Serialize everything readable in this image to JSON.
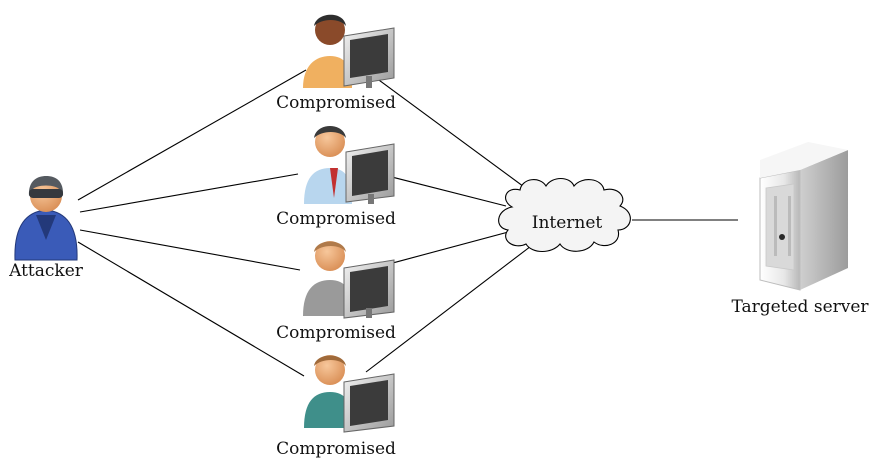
{
  "attacker": {
    "label": "Attacker",
    "icon": "hooded-attacker-icon"
  },
  "hosts": [
    {
      "label": "Compromised",
      "icon": "user-at-computer-icon"
    },
    {
      "label": "Compromised",
      "icon": "user-at-computer-icon"
    },
    {
      "label": "Compromised",
      "icon": "user-at-computer-icon"
    },
    {
      "label": "Compromised",
      "icon": "user-at-computer-icon"
    }
  ],
  "internet": {
    "label": "Internet",
    "icon": "cloud-icon"
  },
  "server": {
    "label": "Targeted server",
    "icon": "server-tower-icon"
  },
  "colors": {
    "line": "#000000",
    "attacker_coat": "#3a5bb8",
    "cloud_fill": "#f4f4f4",
    "server_body": "#e6e6e6"
  }
}
